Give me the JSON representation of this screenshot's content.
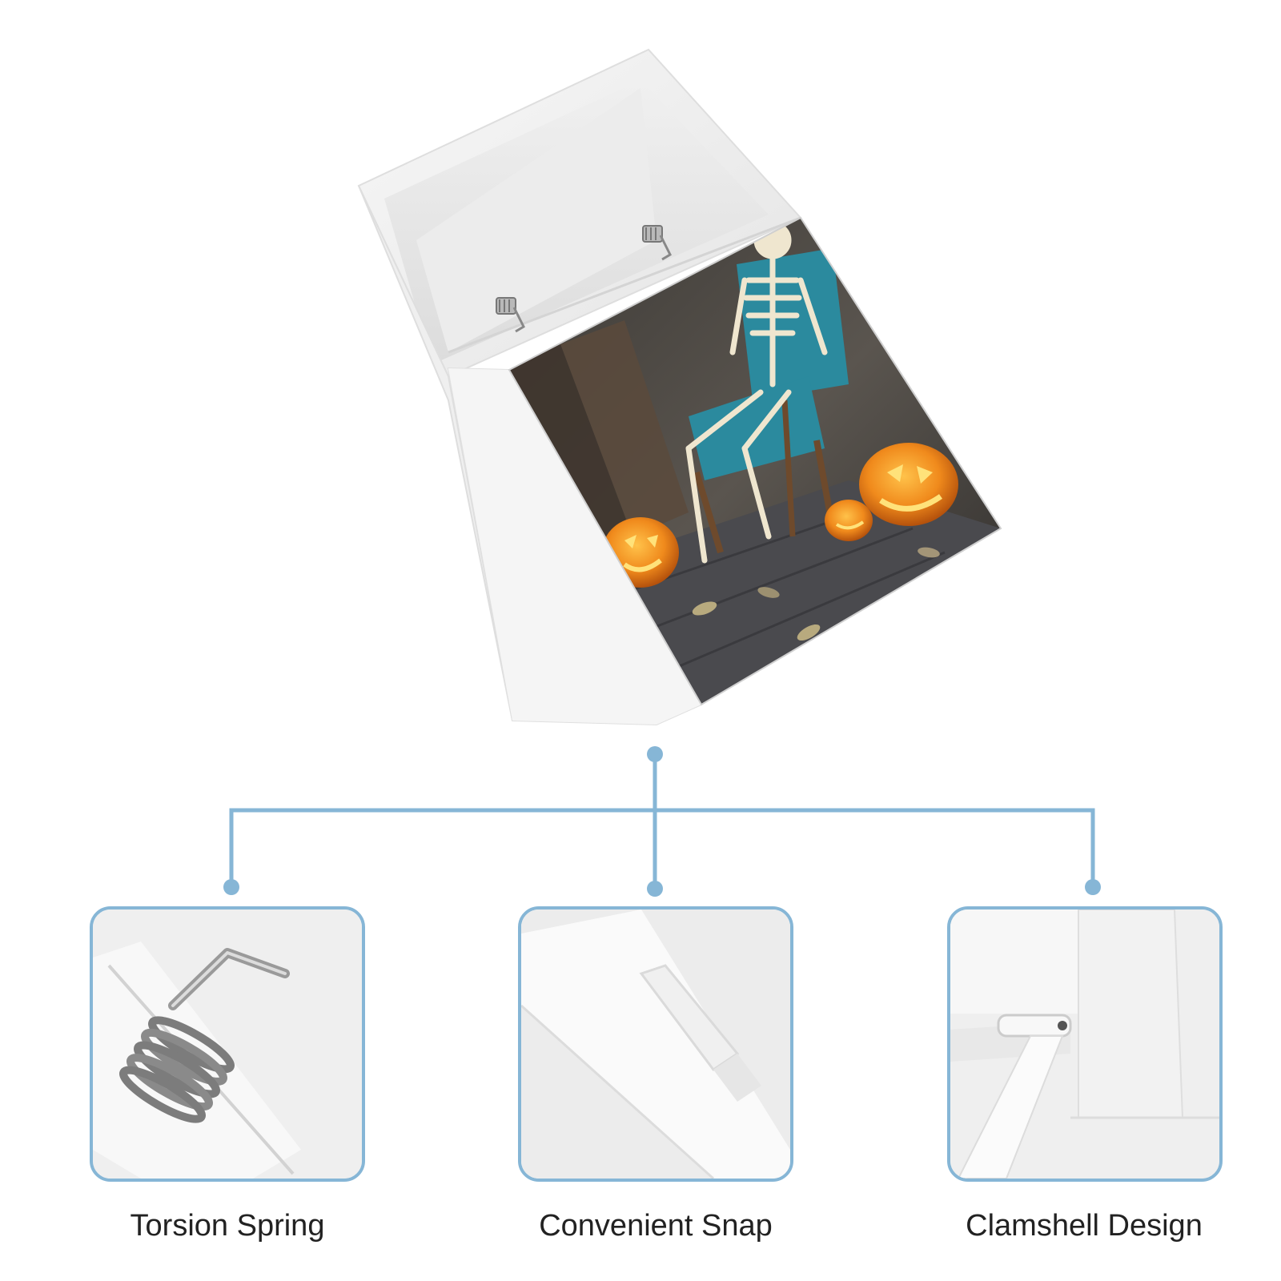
{
  "features": [
    {
      "label": "Torsion Spring"
    },
    {
      "label": "Convenient Snap"
    },
    {
      "label": "Clamshell Design"
    }
  ],
  "colors": {
    "connector": "#86b6d6",
    "caption_text": "#222222",
    "box_white": "#ffffff",
    "box_shadow": "#e2e2e2",
    "pumpkin": "#f08a1c",
    "pumpkin_glow": "#ffd24a",
    "wood": "#4a4540"
  },
  "icons": [
    "torsion-spring-icon",
    "snap-icon",
    "clamshell-hinge-icon"
  ]
}
